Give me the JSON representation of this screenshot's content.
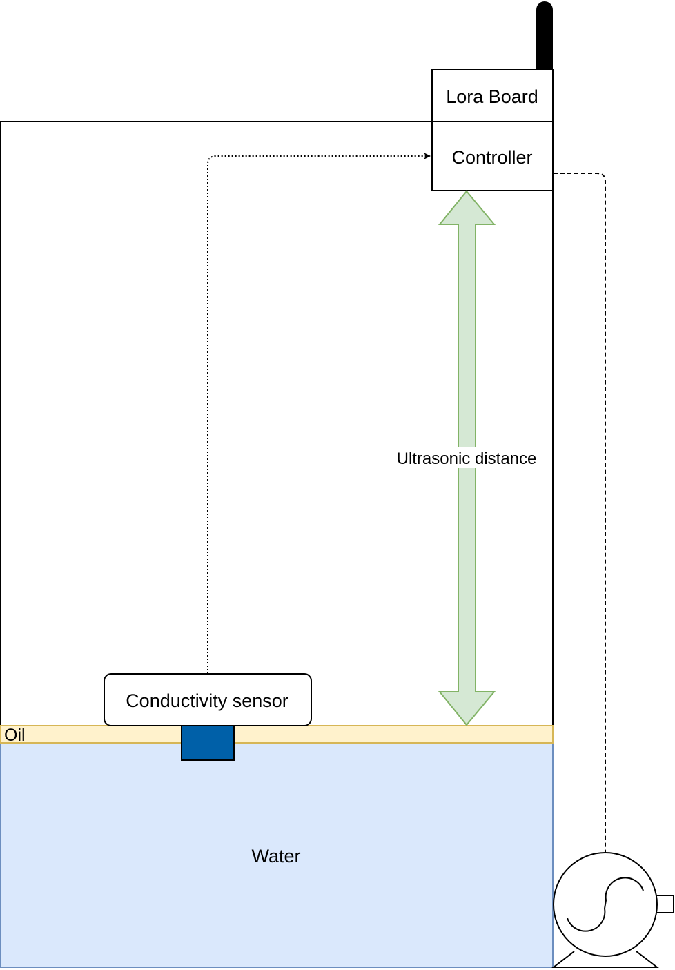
{
  "diagram": {
    "lora_board_label": "Lora Board",
    "controller_label": "Controller",
    "ultrasonic_label": "Ultrasonic distance",
    "conductivity_label": "Conductivity sensor",
    "oil_label": "Oil",
    "water_label": "Water"
  },
  "colors": {
    "water_fill": "#dae8fc",
    "water_stroke": "#6c8ebf",
    "oil_fill": "#fff2cc",
    "oil_stroke": "#d6b656",
    "arrow_fill": "#d5e8d4",
    "arrow_stroke": "#82b366",
    "sensor_block": "#0060a8",
    "line": "#000000"
  },
  "icons": {
    "antenna": "antenna-icon",
    "pump": "pump-icon"
  }
}
